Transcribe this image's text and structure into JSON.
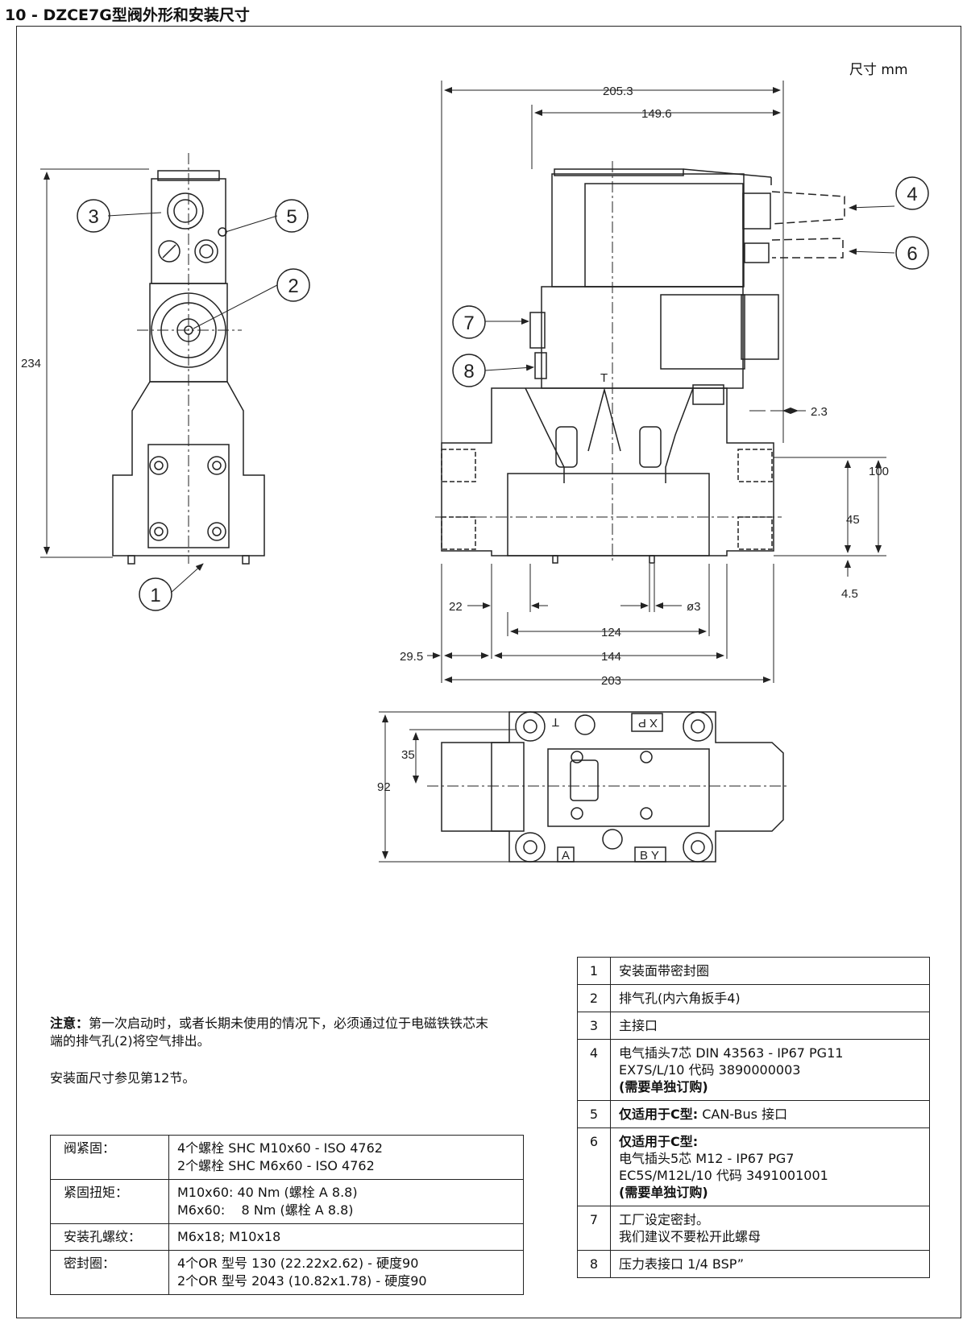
{
  "title": "10 - DZCE7G型阀外形和安装尺寸",
  "unit_label": "尺寸  mm",
  "callouts": [
    "1",
    "2",
    "3",
    "4",
    "5",
    "6",
    "7",
    "8"
  ],
  "dimensions": {
    "d205": "205.3",
    "d149": "149.6",
    "d234": "234",
    "d23": "2.3",
    "d100": "100",
    "d45": "45",
    "d45b": "4.5",
    "d22": "22",
    "dphi3": "ø3",
    "d124": "124",
    "d295": "29.5",
    "d144": "144",
    "d203": "203",
    "d35": "35",
    "d92": "92"
  },
  "port_labels": {
    "T": "T",
    "T_top": "T",
    "XP": "X P",
    "A": "A",
    "BY": "B Y"
  },
  "note": {
    "lead": "注意：",
    "text": "第一次启动时，或者长期未使用的情况下，必须通过位于电磁铁铁芯末端的排气孔(2)将空气排出。",
    "ref": "安装面尺寸参见第12节。"
  },
  "spec_table": [
    {
      "key": "阀紧固：",
      "lines": [
        "4个螺栓 SHC M10x60 - ISO 4762",
        "2个螺栓 SHC M6x60 - ISO 4762"
      ]
    },
    {
      "key": "紧固扭矩：",
      "lines": [
        "M10x60: 40 Nm (螺栓 A 8.8)",
        "M6x60:    8 Nm (螺栓 A 8.8)"
      ]
    },
    {
      "key": "安装孔螺纹：",
      "lines": [
        "M6x18; M10x18"
      ]
    },
    {
      "key": "密封圈：",
      "lines": [
        "4个OR 型号 130 (22.22x2.62) - 硬度90",
        "2个OR 型号 2043 (10.82x1.78) - 硬度90"
      ]
    }
  ],
  "parts": [
    {
      "n": "1",
      "lines": [
        "安装面带密封圈"
      ]
    },
    {
      "n": "2",
      "lines": [
        "排气孔(内六角扳手4)"
      ]
    },
    {
      "n": "3",
      "lines": [
        "主接口"
      ]
    },
    {
      "n": "4",
      "lines": [
        "电气插头7芯 DIN 43563 - IP67 PG11",
        "EX7S/L/10 代码 3890000003"
      ],
      "bold": "(需要单独订购)"
    },
    {
      "n": "5",
      "prefix": "仅适用于C型:",
      "lines": [
        "CAN-Bus 接口"
      ]
    },
    {
      "n": "6",
      "prefix": "仅适用于C型:",
      "lines": [
        "电气插头5芯 M12 - IP67 PG7",
        "EC5S/M12L/10 代码 3491001001"
      ],
      "bold": "(需要单独订购)"
    },
    {
      "n": "7",
      "lines": [
        "工厂设定密封。",
        "我们建议不要松开此螺母"
      ]
    },
    {
      "n": "8",
      "lines": [
        "压力表接口 1/4 BSP”"
      ]
    }
  ]
}
